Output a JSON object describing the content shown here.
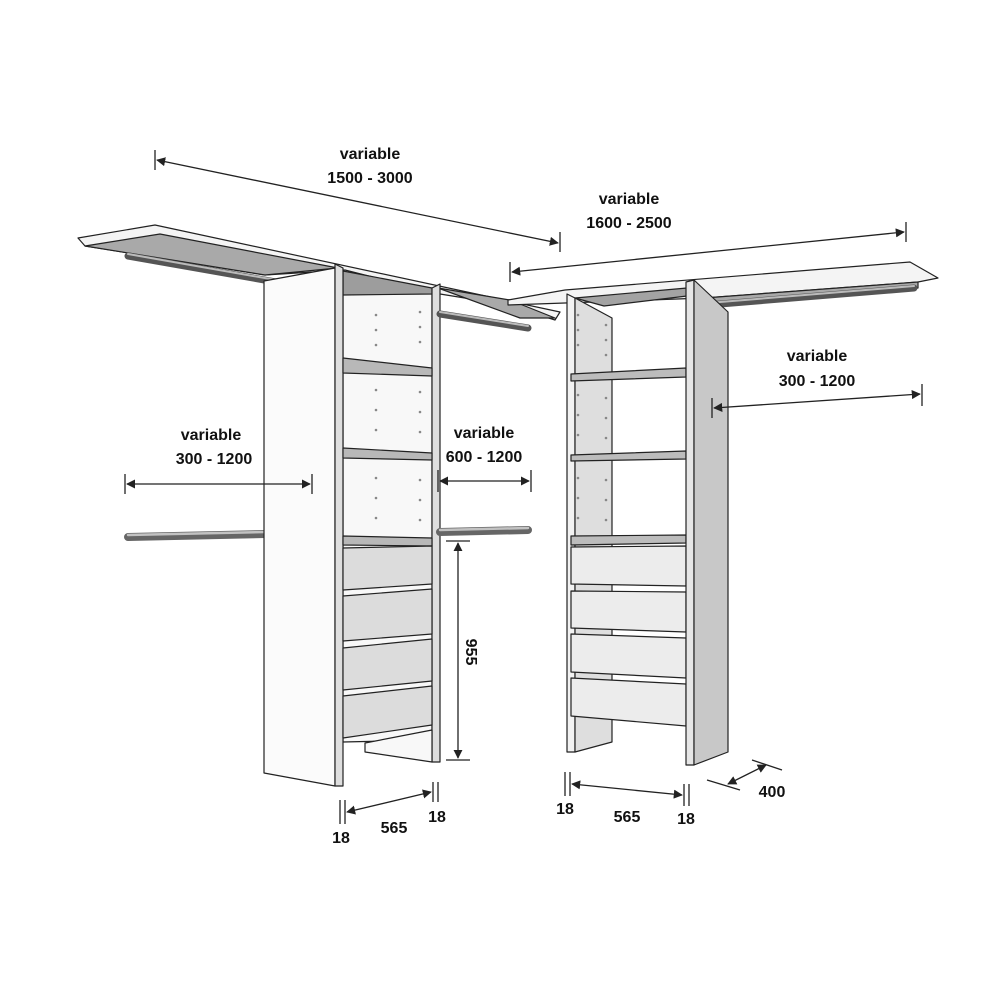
{
  "colors": {
    "line": "#222222",
    "panel_light": "#f7f7f7",
    "panel_mid": "#dcdcdc",
    "panel_dark": "#c4c4c4",
    "shelf_top": "#a8a8a8",
    "rod": "#8a8a8a",
    "background": "#ffffff"
  },
  "dimensions": {
    "top_left_width": {
      "word": "variable",
      "range": "1500 - 3000"
    },
    "top_right_width": {
      "word": "variable",
      "range": "1600 - 2500"
    },
    "left_rod_span": {
      "word": "variable",
      "range": "300 - 1200"
    },
    "middle_rod_span": {
      "word": "variable",
      "range": "600 - 1200"
    },
    "right_rod_span": {
      "word": "variable",
      "range": "300 - 1200"
    },
    "drawer_height": "955",
    "left_unit_side_thickness_a": "18",
    "left_unit_inner_width": "565",
    "left_unit_side_thickness_b": "18",
    "right_unit_side_thickness_a": "18",
    "right_unit_inner_width": "565",
    "right_unit_side_thickness_b": "18",
    "depth": "400"
  }
}
